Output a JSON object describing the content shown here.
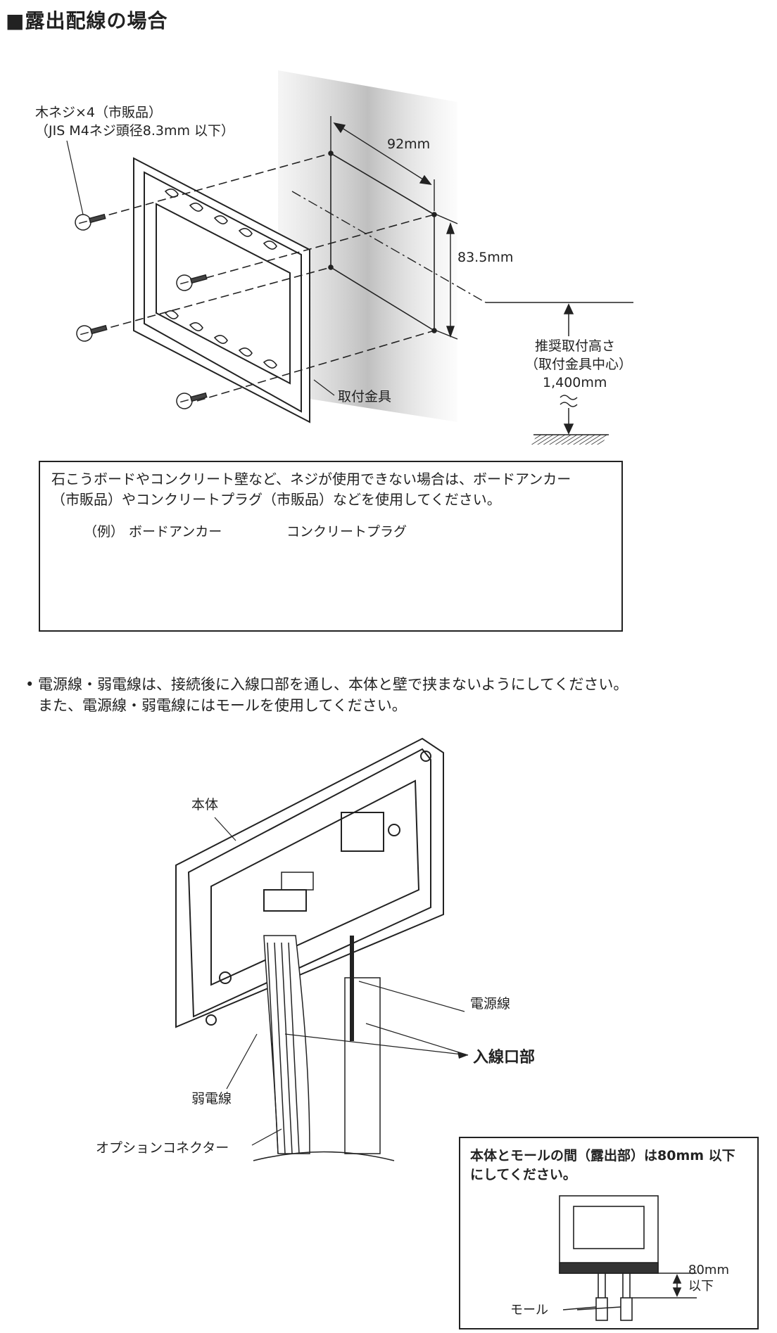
{
  "heading": "■露出配線の場合",
  "mount_diagram": {
    "screw_label_1": "木ネジ×4（市販品）",
    "screw_label_2": "（JIS M4ネジ頭径8.3mm 以下）",
    "dim_width": "92mm",
    "dim_height": "83.5mm",
    "bracket_label": "取付金具",
    "height_label_1": "推奨取付高さ",
    "height_label_2": "（取付金具中心）",
    "height_label_3": "1,400mm"
  },
  "anchor_note": {
    "line1": "石こうボードやコンクリート壁など、ネジが使用できない場合は、ボードアンカー",
    "line2": "（市販品）やコンクリートプラグ（市販品）などを使用してください。",
    "example_label": "（例）",
    "board_anchor": "ボードアンカー",
    "concrete_plug": "コンクリートプラグ"
  },
  "wiring_note": {
    "line1": "電源線・弱電線は、接続後に入線口部を通し、本体と壁で挟まないようにしてください。",
    "line2": "また、電源線・弱電線にはモールを使用してください。"
  },
  "unit_diagram": {
    "body_label": "本体",
    "power_line": "電源線",
    "entry_label": "入線口部",
    "weak_line": "弱電線",
    "option_connector": "オプションコネクター"
  },
  "mole_box": {
    "line1": "本体とモールの間（露出部）は80mm 以下",
    "line2": "にしてください。",
    "dim_value": "80mm",
    "dim_suffix": "以下",
    "mole_label": "モール"
  }
}
